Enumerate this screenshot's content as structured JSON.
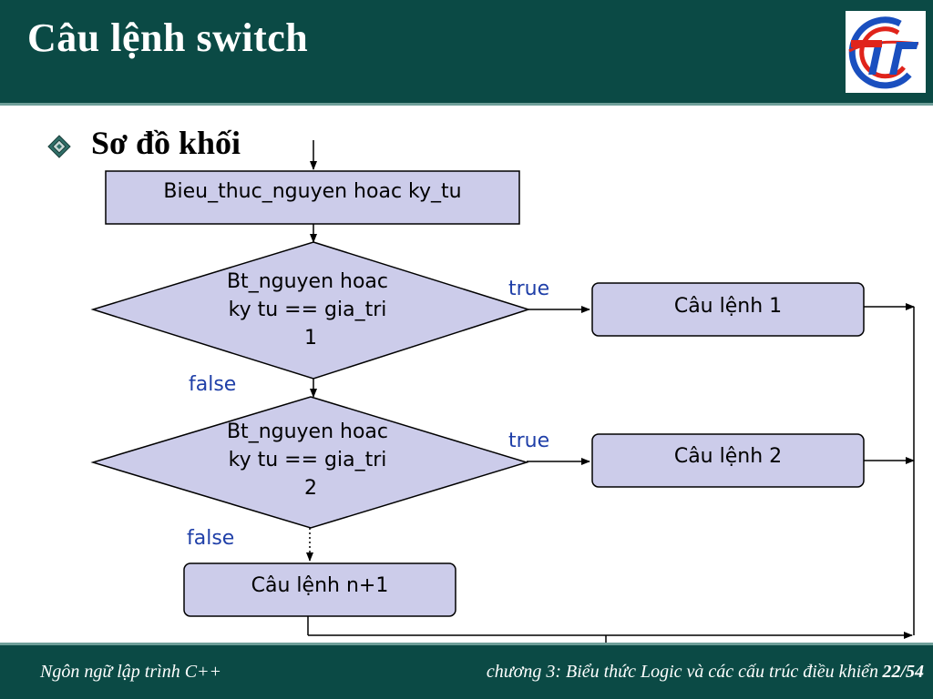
{
  "slide": {
    "title": "Câu lệnh switch",
    "bullet": "Sơ đồ khối"
  },
  "diagram": {
    "start_box": "Bieu_thuc_nguyen hoac ky_tu",
    "decision1": [
      "Bt_nguyen hoac",
      "ky tu == gia_tri",
      "1"
    ],
    "decision2": [
      "Bt_nguyen hoac",
      "ky tu == gia_tri",
      "2"
    ],
    "action1": "Câu lệnh 1",
    "action2": "Câu lệnh 2",
    "action_default": "Câu lệnh n+1",
    "true_label_1": "true",
    "true_label_2": "true",
    "false_label_1": "false",
    "false_label_2": "false"
  },
  "footer": {
    "left": "Ngôn ngữ lập trình C++",
    "right": "chương 3: Biểu thức Logic và các cấu trúc điều khiển",
    "page": "22/54"
  },
  "colors": {
    "header_bg": "#0b4a45",
    "shape_fill": "#ccccea",
    "flow_label": "#1f3fa8",
    "logo_red": "#e0241b",
    "logo_blue": "#1a4fbf"
  }
}
